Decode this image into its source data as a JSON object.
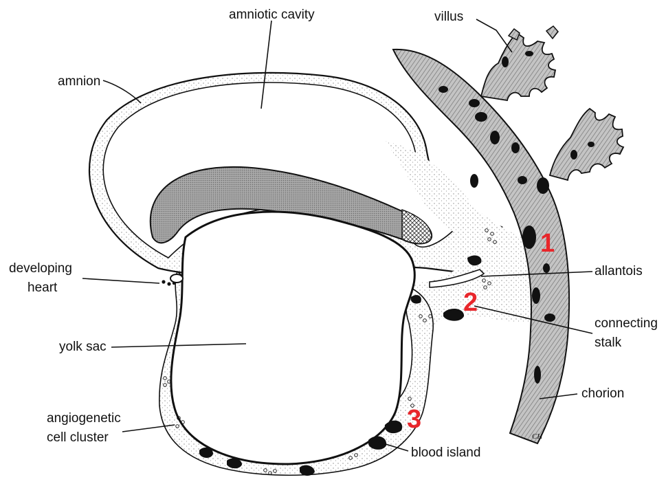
{
  "labels": {
    "amniotic_cavity": "amniotic cavity",
    "villus": "villus",
    "amnion": "amnion",
    "developing_heart_line1": "developing",
    "developing_heart_line2": "heart",
    "allantois": "allantois",
    "connecting_stalk_line1": "connecting",
    "connecting_stalk_line2": "stalk",
    "yolk_sac": "yolk sac",
    "chorion": "chorion",
    "angiogenetic_line1": "angiogenetic",
    "angiogenetic_line2": "cell cluster",
    "blood_island": "blood island"
  },
  "markers": {
    "m1": "1",
    "m2": "2",
    "m3": "3"
  },
  "signature": "CH",
  "colors": {
    "marker_red": "#e8262b",
    "tissue_gray": "#b9b9b9",
    "stipple": "#8a8a8a",
    "ink": "#111111"
  }
}
